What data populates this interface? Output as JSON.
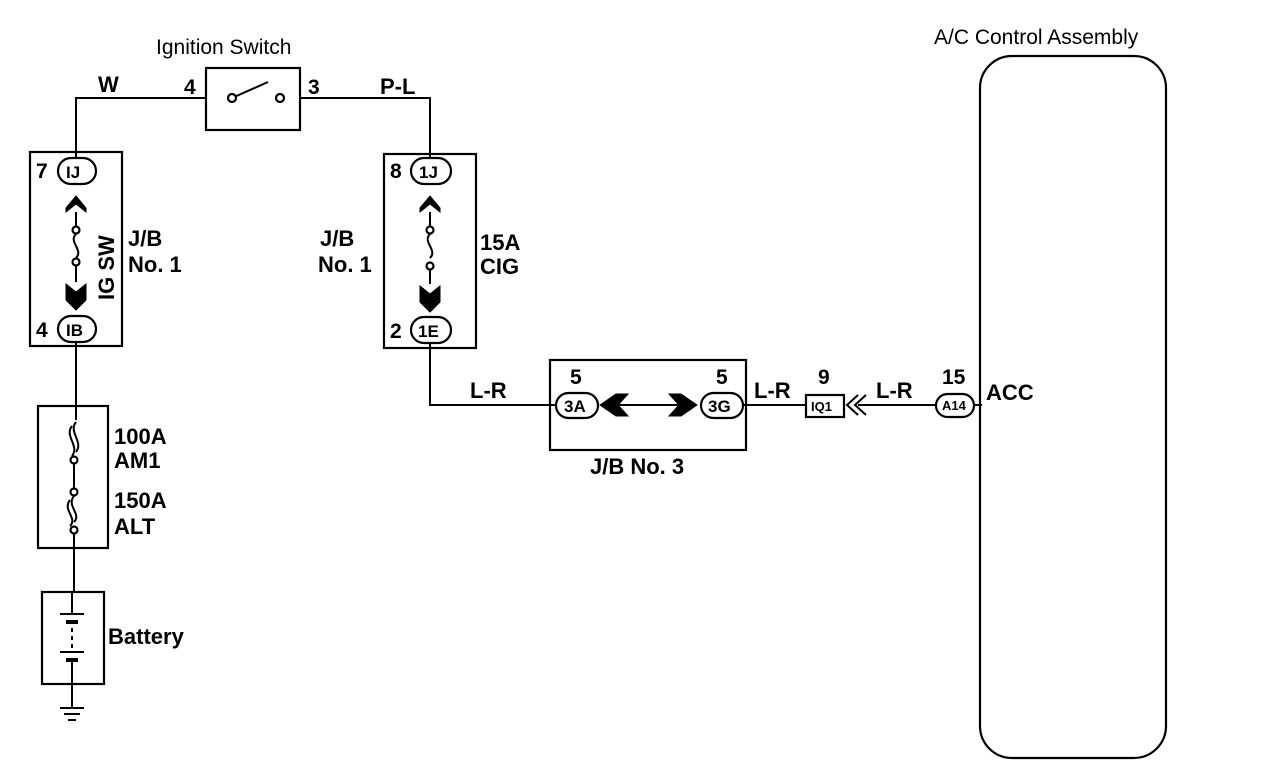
{
  "ignition_switch": {
    "title": "Ignition Switch",
    "pin_left": "4",
    "pin_right": "3"
  },
  "wires": {
    "w": "W",
    "pl": "P-L",
    "lr1": "L-R",
    "lr2": "L-R",
    "lr3": "L-R"
  },
  "jb1_left": {
    "label_line1": "J/B",
    "label_line2": "No. 1",
    "fuse_name": "IG SW",
    "top_pin": "7",
    "top_conn": "IJ",
    "bottom_pin": "4",
    "bottom_conn": "IB"
  },
  "jb1_right": {
    "label_line1": "J/B",
    "label_line2": "No. 1",
    "fuse_rating": "15A",
    "fuse_name": "CIG",
    "top_pin": "8",
    "top_conn": "1J",
    "bottom_pin": "2",
    "bottom_conn": "1E"
  },
  "fusible_links": {
    "rating1": "100A",
    "name1": "AM1",
    "rating2": "150A",
    "name2": "ALT"
  },
  "battery": {
    "label": "Battery"
  },
  "jb3": {
    "label": "J/B No. 3",
    "left_pin": "5",
    "left_conn": "3A",
    "right_pin": "5",
    "right_conn": "3G"
  },
  "connector_iq1": {
    "pin": "9",
    "label": "IQ1"
  },
  "ac_control": {
    "title": "A/C Control Assembly",
    "pin": "15",
    "conn": "A14",
    "terminal": "ACC"
  }
}
